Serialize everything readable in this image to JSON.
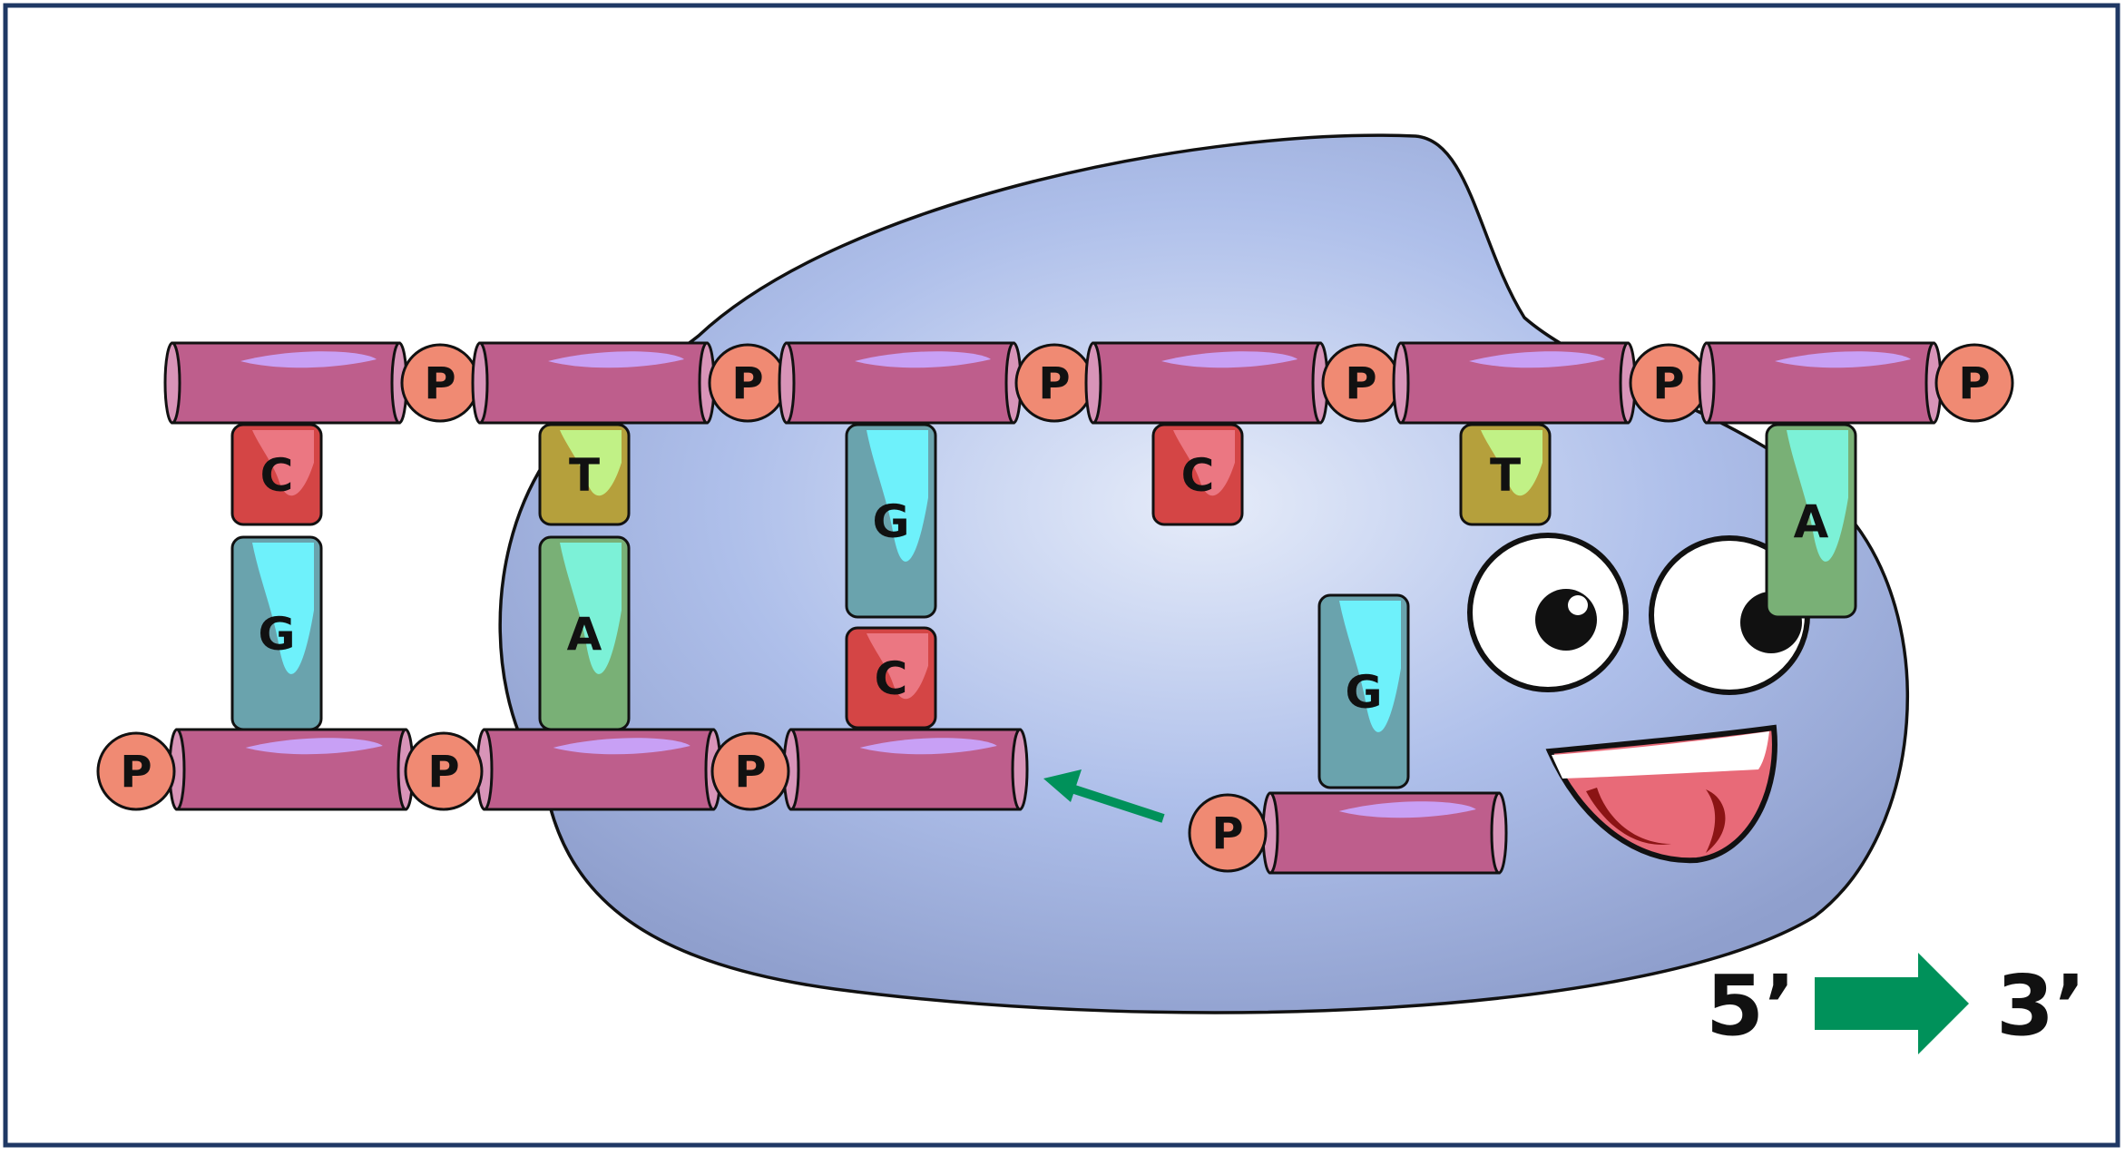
{
  "colors": {
    "frame": "#1f3864",
    "enzyme": "#aebfea",
    "enzyme_light": "#e3e9f8",
    "enzyme_dark": "#8c9ccb",
    "backbone": "#be5e8c",
    "backbone_highlight": "#c8a0f5",
    "phosphate": "#f08a73",
    "arrow": "#00915a",
    "base_C": "#d44545",
    "base_C_hi": "#ec7a86",
    "base_G": "#6aa3ad",
    "base_G_hi": "#6ff6ff",
    "base_T": "#b5a03c",
    "base_T_hi": "#c2f58a",
    "base_A": "#79b076",
    "base_A_hi": "#7cf4dc"
  },
  "phosphate_label": "P",
  "top_strand": {
    "bases": [
      "C",
      "T",
      "G",
      "C",
      "T",
      "A"
    ]
  },
  "bottom_strand": {
    "bases": [
      "G",
      "A",
      "C"
    ]
  },
  "incoming_nucleotide": {
    "base": "G",
    "phosphate": "P"
  },
  "direction_legend": {
    "from": "5’",
    "to": "3’"
  },
  "icons": [
    "enzyme-face-icon",
    "direction-arrow-icon",
    "incoming-arrow-icon"
  ]
}
